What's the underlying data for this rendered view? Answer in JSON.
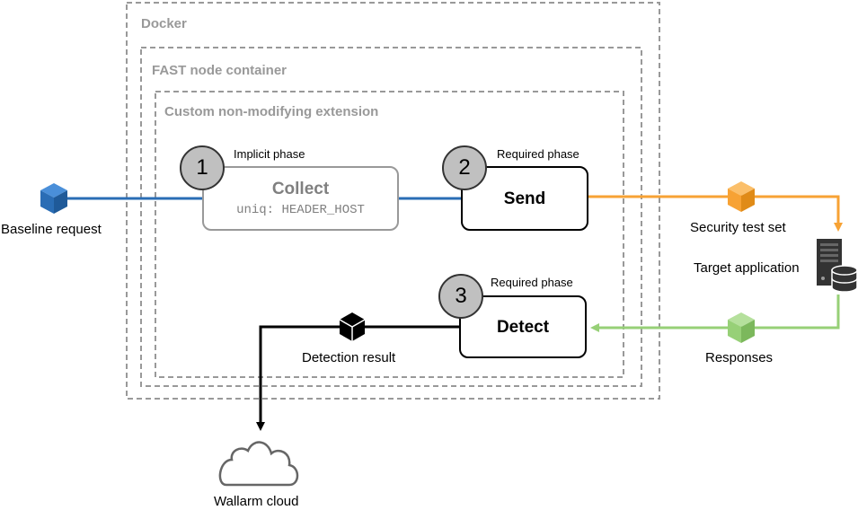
{
  "containers": {
    "docker": "Docker",
    "fast_node": "FAST node container",
    "extension": "Custom non-modifying extension"
  },
  "phases": [
    {
      "number": "1",
      "label": "Implicit phase",
      "title": "Collect",
      "detail": "uniq: HEADER_HOST"
    },
    {
      "number": "2",
      "label": "Required phase",
      "title": "Send"
    },
    {
      "number": "3",
      "label": "Required phase",
      "title": "Detect"
    }
  ],
  "nodes": {
    "baseline_request": "Baseline request",
    "security_test_set": "Security test set",
    "target_application": "Target application",
    "responses": "Responses",
    "detection_result": "Detection result",
    "wallarm_cloud": "Wallarm cloud"
  },
  "colors": {
    "blue": "#2a6db5",
    "orange": "#f7a234",
    "green": "#97d077",
    "black": "#000000",
    "container_border": "#999999",
    "circle_fill": "#c0c0c0"
  },
  "icons": {
    "baseline": "cube-icon",
    "security": "cube-icon",
    "responses": "cube-icon",
    "detection": "cube-icon",
    "server": "server-database-icon",
    "cloud": "cloud-icon"
  }
}
